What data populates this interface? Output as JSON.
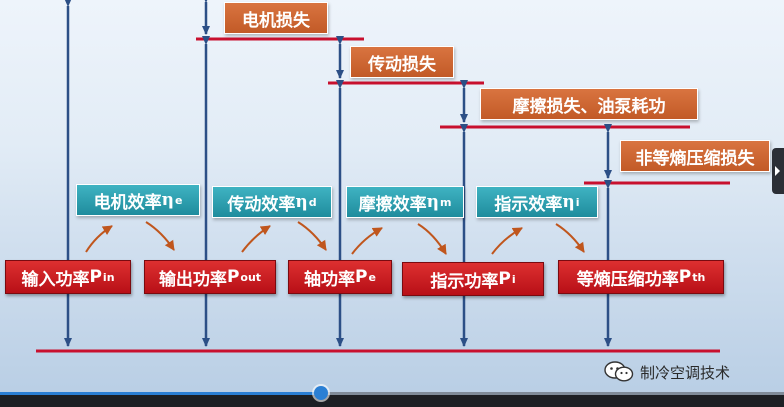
{
  "losses": {
    "motor": "电机损失",
    "transmission": "传动损失",
    "friction": "摩擦损失、油泵耗功",
    "non_isentropic": "非等熵压缩损失"
  },
  "efficiencies": {
    "motor": {
      "text": "电机效率",
      "symbol": "η",
      "sub": "e"
    },
    "transmission": {
      "text": "传动效率",
      "symbol": "η",
      "sub": "d"
    },
    "friction": {
      "text": "摩擦效率",
      "symbol": "η",
      "sub": "m"
    },
    "indicated": {
      "text": "指示效率",
      "symbol": "η",
      "sub": "i"
    }
  },
  "powers": {
    "input": {
      "text": "输入功率",
      "symbol": "P",
      "sub": "in"
    },
    "output": {
      "text": "输出功率",
      "symbol": "P",
      "sub": "out"
    },
    "shaft": {
      "text": "轴功率",
      "symbol": "P",
      "sub": "e"
    },
    "indicated": {
      "text": "指示功率",
      "symbol": "P",
      "sub": "i"
    },
    "isentropic": {
      "text": "等熵压缩功率",
      "symbol": "P",
      "sub": "th"
    }
  },
  "watermark": {
    "text": "制冷空调技术",
    "icon": "wechat-icon"
  },
  "player": {
    "progress": 0.41
  },
  "colors": {
    "power_box": "#c8161e",
    "efficiency_box": "#2aa2b2",
    "loss_box": "#cc6430",
    "arrow": "#2c4f86",
    "curved_arrow": "#c0561d",
    "base_line": "#c8102e"
  }
}
